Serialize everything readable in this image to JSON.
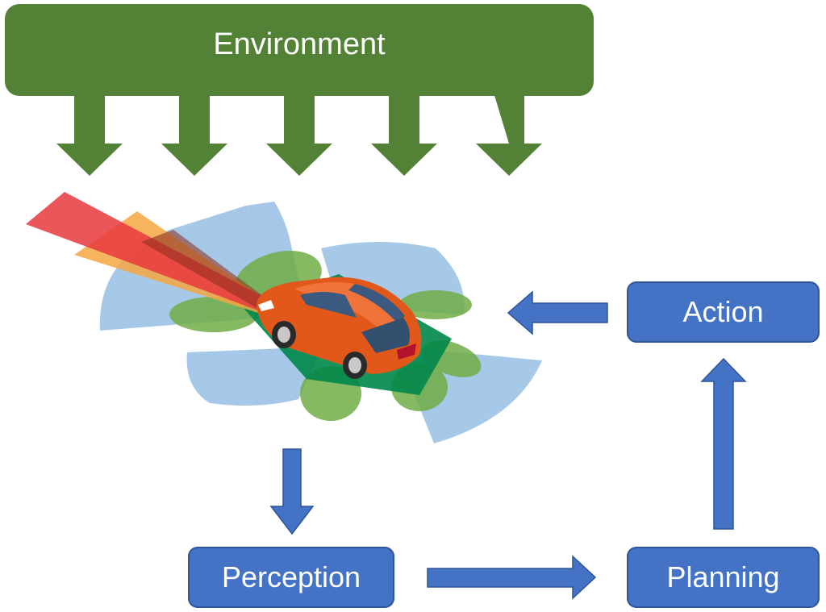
{
  "environment": {
    "label": "Environment",
    "color": "#538135",
    "arrow_count": 5
  },
  "nodes": {
    "action": {
      "label": "Action"
    },
    "perception": {
      "label": "Perception"
    },
    "planning": {
      "label": "Planning"
    }
  },
  "colors": {
    "node_fill": "#4472c4",
    "node_border": "#2f5597",
    "arrow_blue": "#4472c4",
    "sensor_blue": "#9dc3e6",
    "sensor_green": "#70ad47",
    "car_body": "#e2571a"
  },
  "flow": [
    "perception",
    "planning",
    "action"
  ]
}
